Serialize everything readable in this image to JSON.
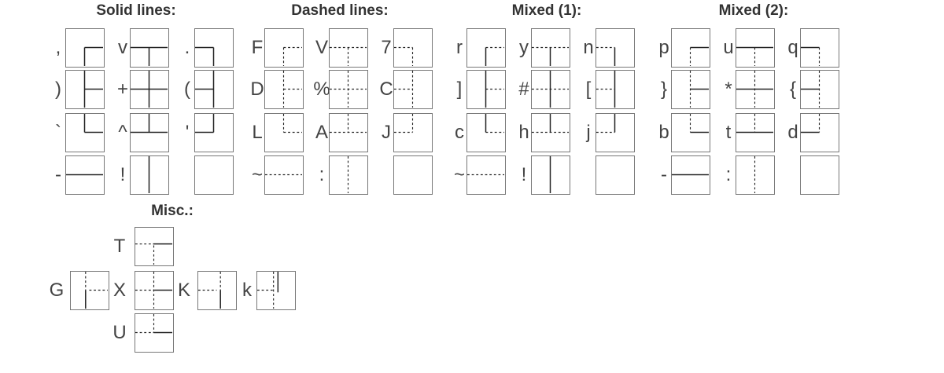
{
  "groups": [
    {
      "title": "Solid lines:",
      "rows": [
        {
          "keys": [
            ",",
            "v",
            "."
          ],
          "styles": [
            "ss",
            "ss",
            "ss"
          ],
          "shapes": [
            "corner-tl",
            "tee-down",
            "corner-tr"
          ]
        },
        {
          "keys": [
            ")",
            "+",
            "("
          ],
          "styles": [
            "ss",
            "ss",
            "ss"
          ],
          "shapes": [
            "tee-right",
            "cross",
            "tee-left"
          ]
        },
        {
          "keys": [
            "`",
            "^",
            "'"
          ],
          "styles": [
            "ss",
            "ss",
            "ss"
          ],
          "shapes": [
            "corner-bl",
            "tee-up",
            "corner-br"
          ]
        },
        {
          "keys": [
            "-",
            "!",
            ""
          ],
          "styles": [
            "ss",
            "ss",
            "ss"
          ],
          "shapes": [
            "horiz",
            "vert",
            "empty"
          ]
        }
      ]
    },
    {
      "title": "Dashed lines:",
      "rows": [
        {
          "keys": [
            "F",
            "V",
            "7"
          ],
          "styles": [
            "dd",
            "dd",
            "dd"
          ],
          "shapes": [
            "corner-tl",
            "tee-down",
            "corner-tr"
          ]
        },
        {
          "keys": [
            "D",
            "%",
            "C"
          ],
          "styles": [
            "dd",
            "dd",
            "dd"
          ],
          "shapes": [
            "tee-right",
            "cross",
            "tee-left"
          ]
        },
        {
          "keys": [
            "L",
            "A",
            "J"
          ],
          "styles": [
            "dd",
            "dd",
            "dd"
          ],
          "shapes": [
            "corner-bl",
            "tee-up",
            "corner-br"
          ]
        },
        {
          "keys": [
            "~",
            ":",
            ""
          ],
          "styles": [
            "dd",
            "dd",
            "dd"
          ],
          "shapes": [
            "horiz",
            "vert",
            "empty"
          ]
        }
      ]
    },
    {
      "title": "Mixed (1):",
      "rows": [
        {
          "keys": [
            "r",
            "y",
            "n"
          ],
          "styles": [
            "ds",
            "ds",
            "ds"
          ],
          "shapes": [
            "corner-tl",
            "tee-down",
            "corner-tr"
          ]
        },
        {
          "keys": [
            "]",
            "#",
            "["
          ],
          "styles": [
            "ds",
            "ds",
            "ds"
          ],
          "shapes": [
            "tee-right",
            "cross",
            "tee-left"
          ]
        },
        {
          "keys": [
            "c",
            "h",
            "j"
          ],
          "styles": [
            "ds",
            "ds",
            "ds"
          ],
          "shapes": [
            "corner-bl",
            "tee-up",
            "corner-br"
          ]
        },
        {
          "keys": [
            "~",
            "!",
            ""
          ],
          "styles": [
            "dd",
            "ss",
            "ss"
          ],
          "shapes": [
            "horiz",
            "vert",
            "empty"
          ]
        }
      ]
    },
    {
      "title": "Mixed (2):",
      "rows": [
        {
          "keys": [
            "p",
            "u",
            "q"
          ],
          "styles": [
            "sd",
            "sd",
            "sd"
          ],
          "shapes": [
            "corner-tl",
            "tee-down",
            "corner-tr"
          ]
        },
        {
          "keys": [
            "}",
            "*",
            "{"
          ],
          "styles": [
            "sd",
            "sd",
            "sd"
          ],
          "shapes": [
            "tee-right",
            "cross",
            "tee-left"
          ]
        },
        {
          "keys": [
            "b",
            "t",
            "d"
          ],
          "styles": [
            "sd",
            "sd",
            "sd"
          ],
          "shapes": [
            "corner-bl",
            "tee-up",
            "corner-br"
          ]
        },
        {
          "keys": [
            "-",
            ":",
            ""
          ],
          "styles": [
            "ss",
            "dd",
            "dd"
          ],
          "shapes": [
            "horiz",
            "vert",
            "empty"
          ]
        }
      ]
    }
  ],
  "misc": {
    "title": "Misc.:",
    "items": [
      {
        "key": "T",
        "slot": "top",
        "style": "ds",
        "shape": "misc-t"
      },
      {
        "key": "G",
        "slot": "left",
        "style": "ds",
        "shape": "misc-g"
      },
      {
        "key": "X",
        "slot": "center",
        "style": "ds",
        "shape": "misc-x"
      },
      {
        "key": "K",
        "slot": "right1",
        "style": "ds",
        "shape": "misc-k"
      },
      {
        "key": "k",
        "slot": "right2",
        "style": "ds",
        "shape": "misc-kk"
      },
      {
        "key": "U",
        "slot": "bottom",
        "style": "ds",
        "shape": "misc-u"
      }
    ]
  },
  "colors": {
    "line": "#222222",
    "cell_border": "#777777",
    "text": "#444444"
  }
}
